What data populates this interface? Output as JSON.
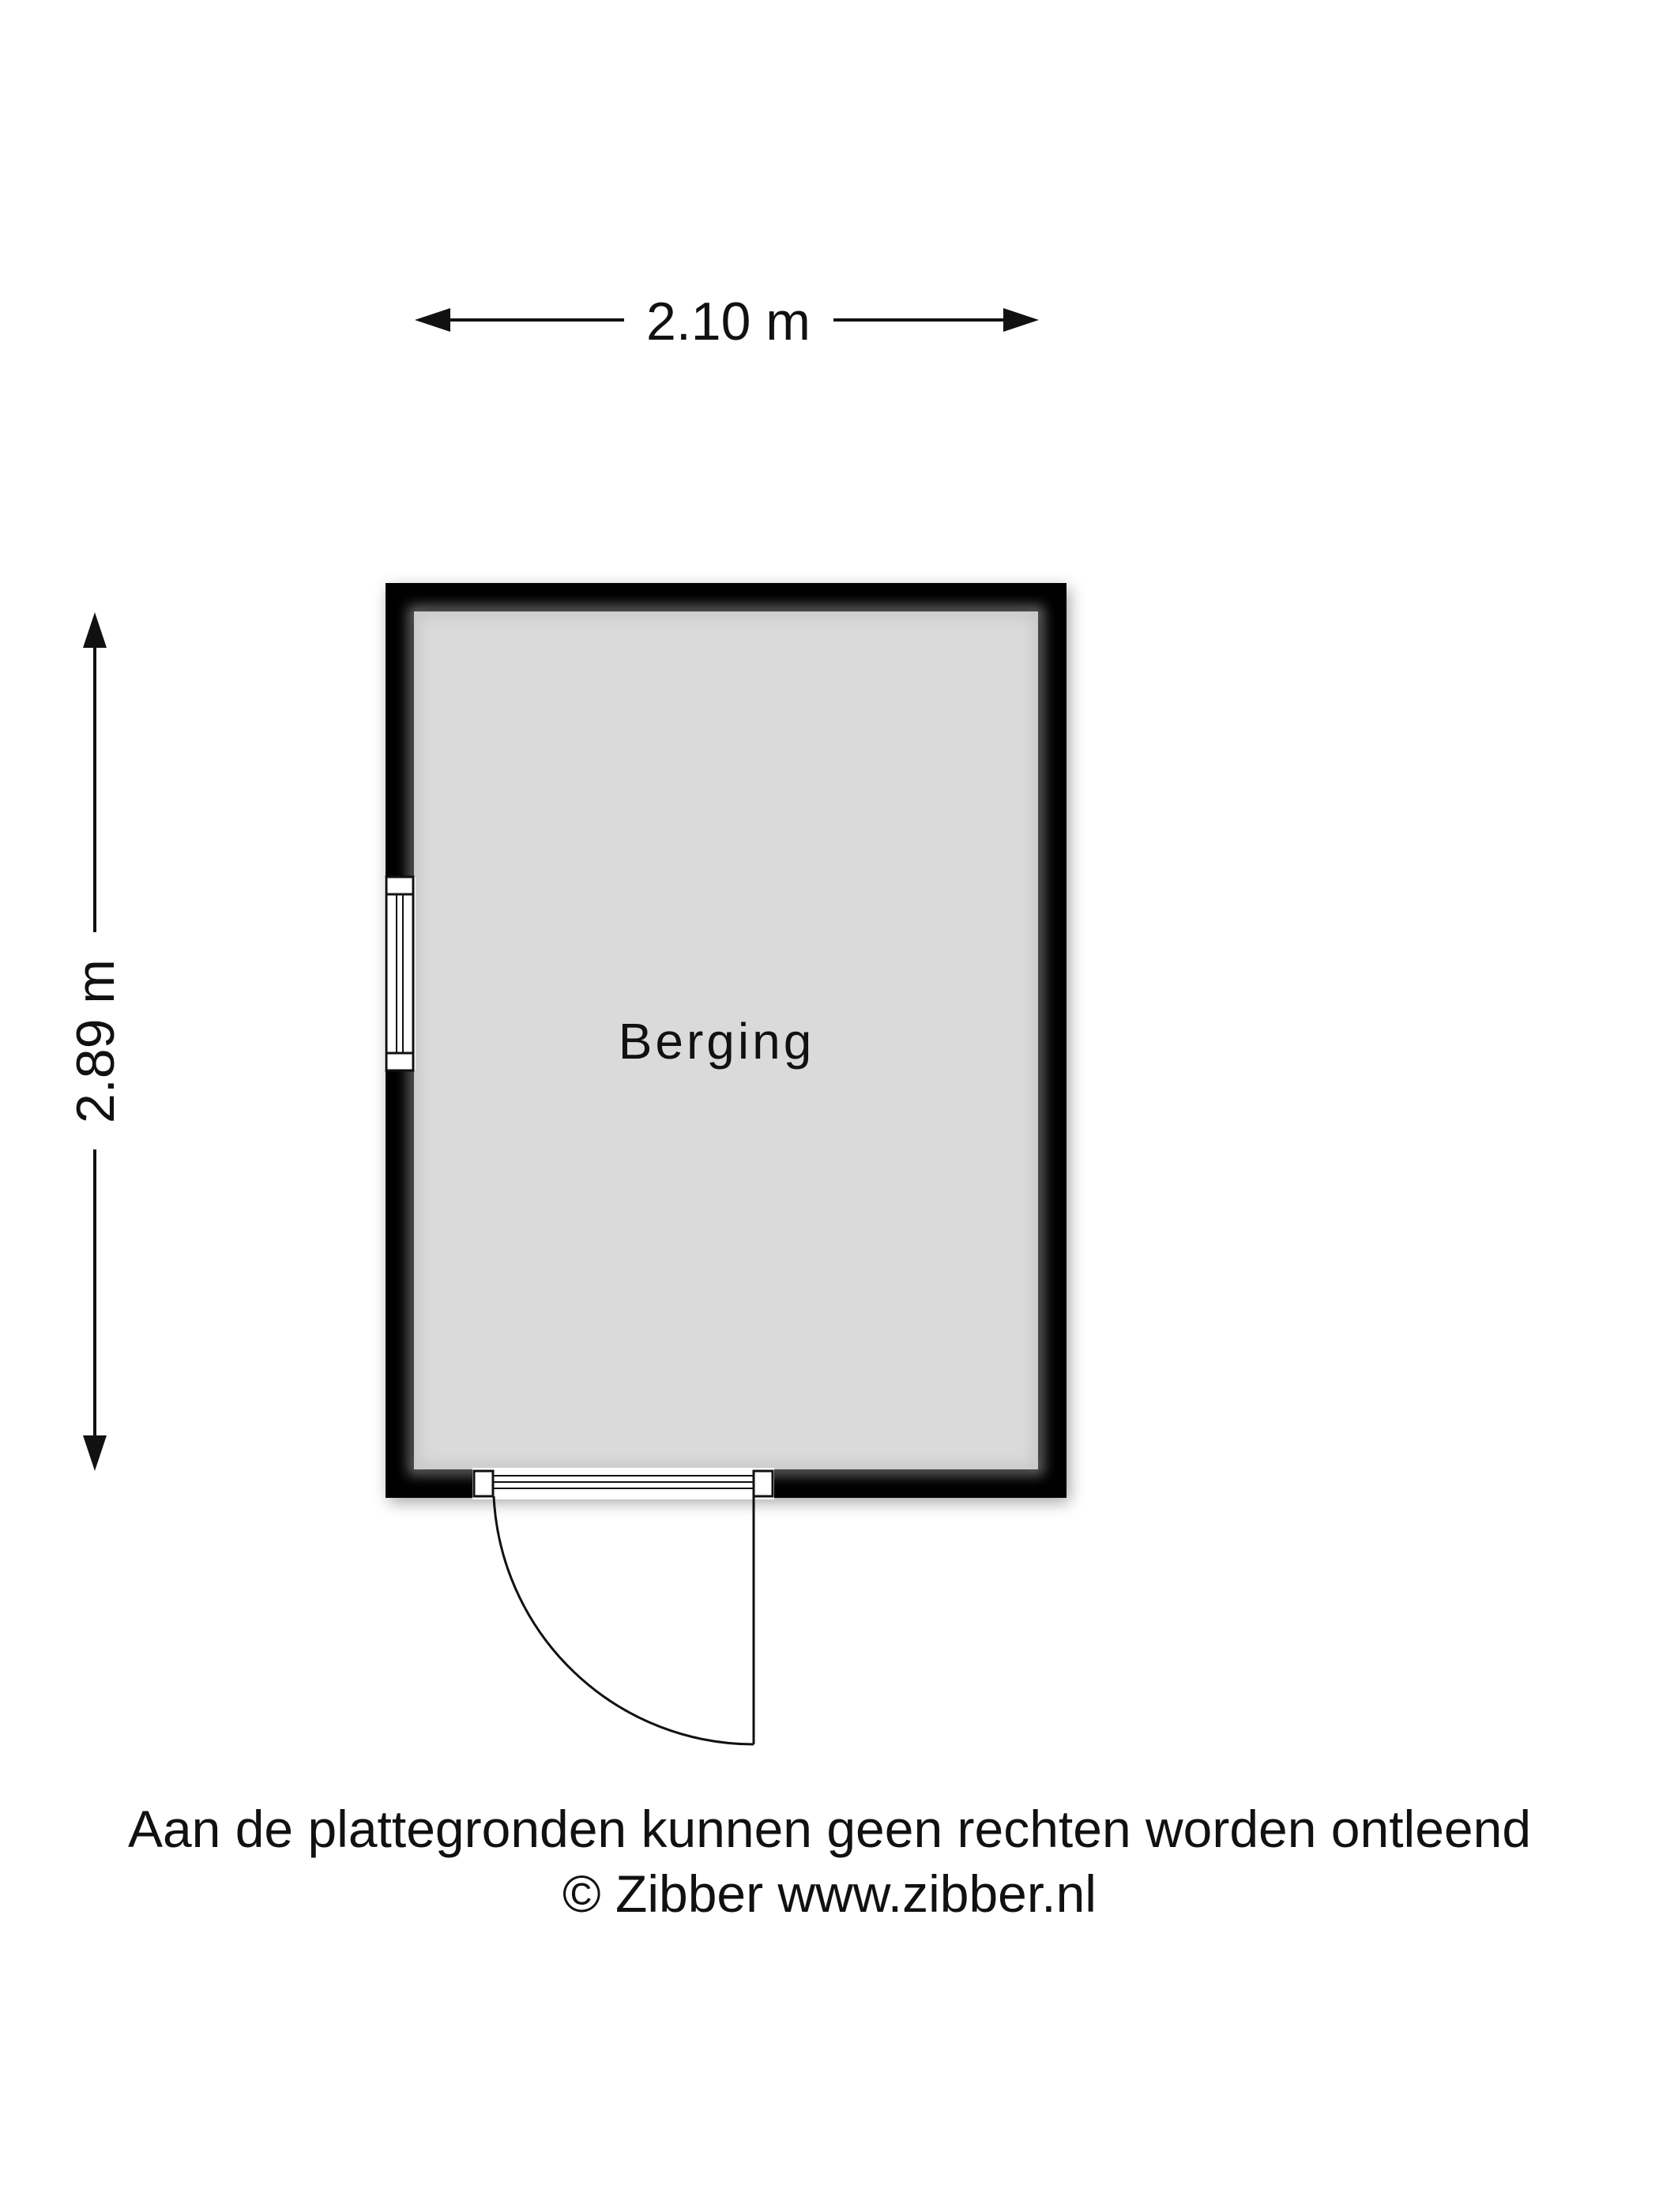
{
  "plan": {
    "width_label": "2.10 m",
    "height_label": "2.89 m",
    "room_name": "Berging"
  },
  "footer": {
    "disclaimer": "Aan de plattegronden kunnen geen rechten worden ontleend",
    "copyright": "© Zibber www.zibber.nl"
  },
  "colors": {
    "wall": "#000000",
    "floor": "#dadada",
    "line": "#111111"
  }
}
